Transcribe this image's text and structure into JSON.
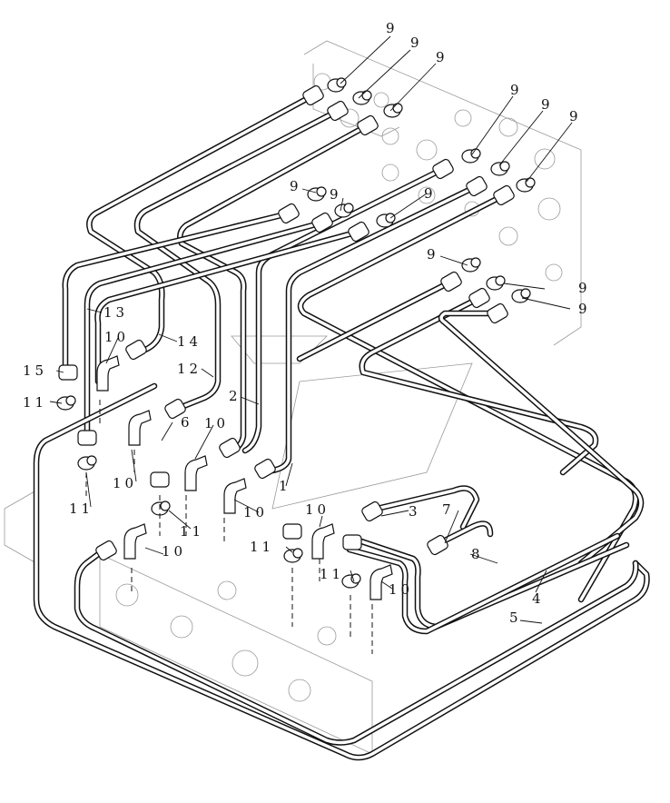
{
  "diagram": {
    "title": "",
    "callouts": [
      {
        "id": "c9a",
        "text": "9"
      },
      {
        "id": "c9b",
        "text": "9"
      },
      {
        "id": "c9c",
        "text": "9"
      },
      {
        "id": "c9d",
        "text": "9"
      },
      {
        "id": "c9e",
        "text": "9"
      },
      {
        "id": "c9f",
        "text": "9"
      },
      {
        "id": "c9g",
        "text": "9"
      },
      {
        "id": "c9h",
        "text": "9"
      },
      {
        "id": "c9i",
        "text": "9"
      },
      {
        "id": "c9j",
        "text": "9"
      },
      {
        "id": "c9k",
        "text": "9"
      },
      {
        "id": "c9l",
        "text": "9"
      },
      {
        "id": "c13",
        "text": "13"
      },
      {
        "id": "c14",
        "text": "14"
      },
      {
        "id": "c15",
        "text": "15"
      },
      {
        "id": "c11a",
        "text": "11"
      },
      {
        "id": "c12",
        "text": "12"
      },
      {
        "id": "c10a",
        "text": "10"
      },
      {
        "id": "c2",
        "text": "2"
      },
      {
        "id": "c6",
        "text": "6"
      },
      {
        "id": "c10b",
        "text": "10"
      },
      {
        "id": "c10c",
        "text": "10"
      },
      {
        "id": "c1",
        "text": "1"
      },
      {
        "id": "c11b",
        "text": "11"
      },
      {
        "id": "c11c",
        "text": "11"
      },
      {
        "id": "c10d",
        "text": "10"
      },
      {
        "id": "c10e",
        "text": "10"
      },
      {
        "id": "c3",
        "text": "3"
      },
      {
        "id": "c7",
        "text": "7"
      },
      {
        "id": "c11d",
        "text": "11"
      },
      {
        "id": "c10f",
        "text": "10"
      },
      {
        "id": "c8",
        "text": "8"
      },
      {
        "id": "c11e",
        "text": "11"
      },
      {
        "id": "c10g",
        "text": "10"
      },
      {
        "id": "c4",
        "text": "4"
      },
      {
        "id": "c5",
        "text": "5"
      }
    ]
  }
}
